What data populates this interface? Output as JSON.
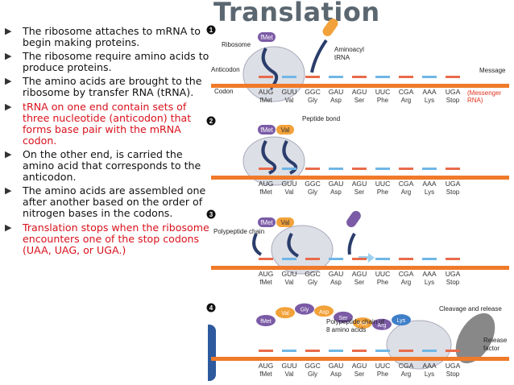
{
  "slide": {
    "title": "Translation",
    "bullets": [
      {
        "text": "The ribosome attaches to mRNA to begin making proteins.",
        "color": "black"
      },
      {
        "text": "The ribosome require amino acids to produce proteins.",
        "color": "black"
      },
      {
        "text": "The amino acids are brought to the ribosome by transfer RNA (tRNA).",
        "color": "black"
      },
      {
        "text": "tRNA on one end contain sets of three nucleotide (anticodon) that forms base pair with the mRNA codon.",
        "color": "red"
      },
      {
        "text": "On the other end, is carried the amino acid that corresponds to the anticodon.",
        "color": "black"
      },
      {
        "text": "The amino acids are assembled one after another based on the order of nitrogen bases in the codons.",
        "color": "black"
      },
      {
        "text": "Translation stops when the ribosome encounters one of the stop codons (UAA, UAG, or UGA.)",
        "color": "red"
      }
    ],
    "bullet_icon": "arrow-bullet-icon"
  },
  "figure": {
    "codons": [
      "AUG",
      "GUU",
      "GGC",
      "GAU",
      "AGU",
      "UUC",
      "CGA",
      "AAA",
      "UGA"
    ],
    "amino_acids": [
      "fMet",
      "Val",
      "Gly",
      "Asp",
      "Ser",
      "Phe",
      "Arg",
      "Lys",
      "Stop"
    ],
    "steps": [
      "1",
      "2",
      "3",
      "4"
    ],
    "labels": {
      "ribosome": "Ribosome",
      "anticodon": "Anticodon",
      "codon": "Codon",
      "aminoacyl": "Aminoacyl",
      "trna": "tRNA",
      "message": "Message",
      "messenger1": "(Messenger",
      "messenger2": "RNA)",
      "peptide_bond": "Peptide bond",
      "polypeptide_chain": "Polypeptide chain",
      "cleavage": "Cleavage and release",
      "polypeptide_of": "Polypeptide chain of",
      "eight_aa": "8 amino acids",
      "release": "Release",
      "factor": "factor"
    },
    "chain": [
      "fMet",
      "Val",
      "Gly",
      "Asp",
      "Ser",
      "Phe",
      "Arg",
      "Lys"
    ],
    "colors": {
      "strand": "#f07a2a",
      "ribosome": "#dcdfe6",
      "trna": "#2b3d6b",
      "amino_acid": "#f2a23a",
      "chain_purple": "#7b5ba6",
      "text_box": "#2d5a9e",
      "highlight_red": "#d9111c"
    }
  }
}
